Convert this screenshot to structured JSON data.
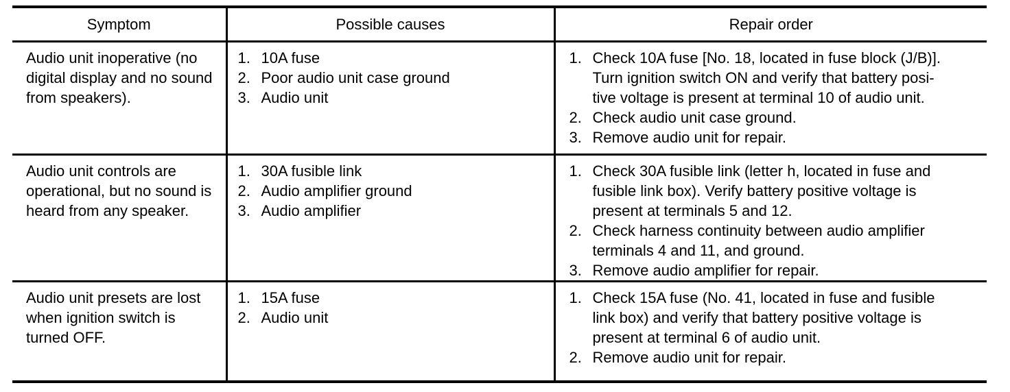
{
  "table": {
    "headers": [
      "Symptom",
      "Possible causes",
      "Repair order"
    ],
    "rows": [
      {
        "symptom": "Audio unit inoperative (no digital display and no sound from speakers).",
        "causes": [
          "10A fuse",
          "Poor audio unit case ground",
          "Audio unit"
        ],
        "repair_steps": [
          "Check 10A fuse [No. 18, located in fuse block (J/B)]. Turn ignition switch ON and verify that battery posi­tive voltage is present at terminal 10 of audio unit.",
          "Check audio unit case ground.",
          "Remove audio unit for repair."
        ]
      },
      {
        "symptom": "Audio unit controls are operational, but no sound is heard from any speaker.",
        "causes": [
          "30A fusible link",
          "Audio amplifier ground",
          "Audio amplifier"
        ],
        "repair_steps": [
          "Check 30A fusible link (letter h, located in fuse and fusible link box). Verify battery positive voltage is present at terminals 5 and 12.",
          "Check harness continuity between audio amplifier terminals 4 and 11, and ground.",
          "Remove audio amplifier for repair."
        ]
      },
      {
        "symptom": "Audio unit presets are lost when ignition switch is turned OFF.",
        "causes": [
          "15A fuse",
          "Audio unit"
        ],
        "repair_steps": [
          "Check 15A fuse (No. 41, located in fuse and fusible link box) and verify that battery positive voltage is present at terminal 6 of audio unit.",
          "Remove audio unit for repair."
        ]
      }
    ]
  }
}
